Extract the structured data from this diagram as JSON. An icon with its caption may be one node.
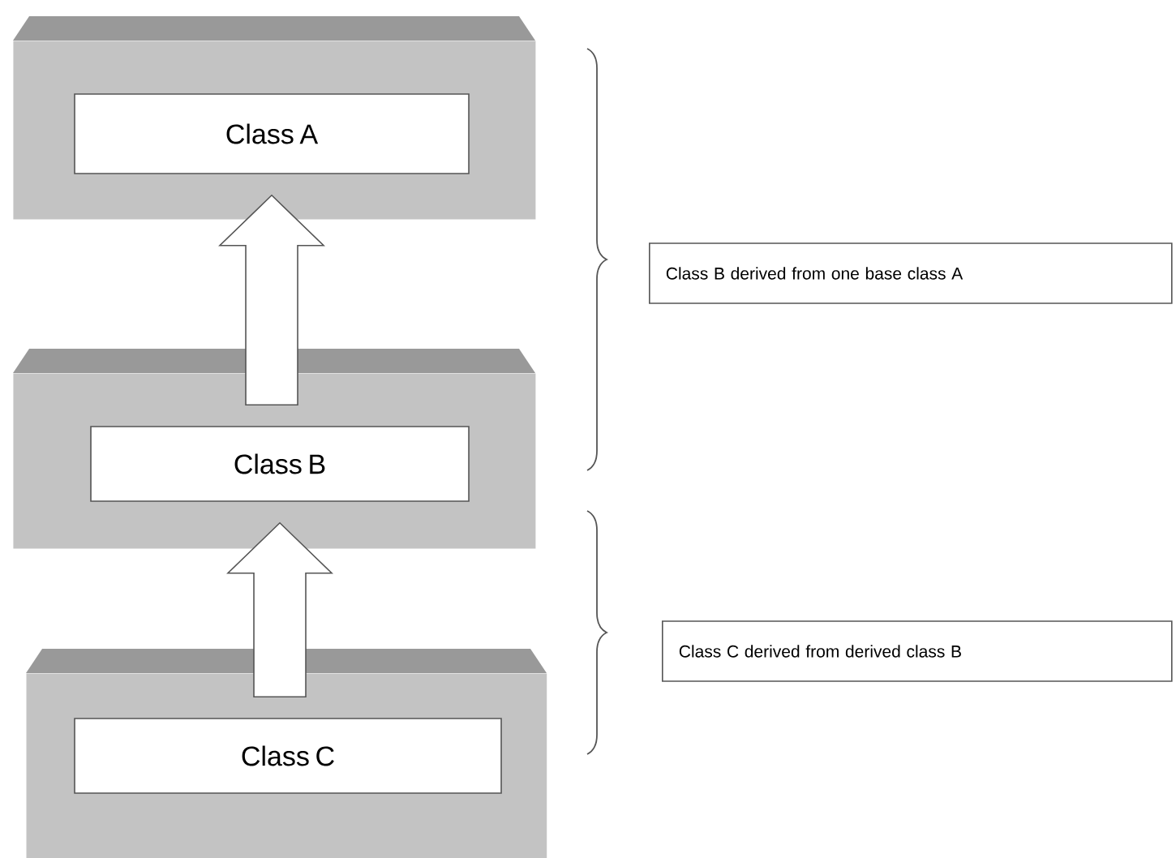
{
  "diagram": {
    "nodes": [
      {
        "text": [],
        "shape": "box"
      },
      {
        "text": [
          "Class A"
        ],
        "in": 0
      },
      {
        "text": [],
        "shape": "box"
      },
      {
        "text": [
          "Class B"
        ],
        "in": 2
      },
      {
        "text": [],
        "shape": "box"
      },
      {
        "text": [
          "Class C"
        ],
        "in": 4
      },
      {
        "text": [
          "Class B derived from one base class A"
        ]
      },
      {
        "text": [
          "Class C derived from derived class B"
        ]
      }
    ],
    "edges": [
      {
        "from": 3,
        "to": 1,
        "arrow": "to"
      },
      {
        "from": 5,
        "to": 3,
        "arrow": "to"
      }
    ]
  }
}
